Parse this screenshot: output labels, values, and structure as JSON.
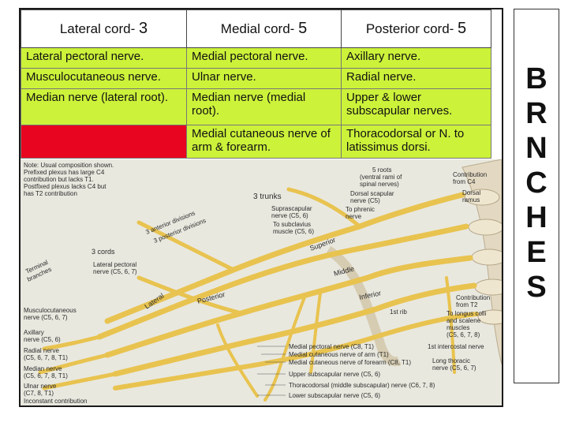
{
  "headers": [
    {
      "label": "Lateral cord- ",
      "num": "3"
    },
    {
      "label": "Medial cord- ",
      "num": "5"
    },
    {
      "label": "Posterior cord- ",
      "num": "5"
    }
  ],
  "rows": [
    [
      "Lateral pectoral nerve.",
      "Medial pectoral nerve.",
      "Axillary nerve."
    ],
    [
      "Musculocutaneous nerve.",
      "Ulnar nerve.",
      "Radial nerve."
    ],
    [
      "Median nerve (lateral root).",
      "Median nerve (medial root).",
      "Upper & lower subscapular nerves."
    ],
    [
      "",
      "Medial cutaneous nerve of arm & forearm.",
      "Thoracodorsal or N. to latissimus dorsi."
    ]
  ],
  "side_title": [
    "B",
    "R",
    "N",
    "C",
    "H",
    "E",
    "S"
  ],
  "plate": {
    "legend": [
      "Note: Usual composition shown.",
      "Prefixed plexus has large C4",
      "contribution but lacks T1.",
      "Postfixed plexus lacks C4 but",
      "has T2 contribution"
    ],
    "labels": {
      "five_roots": "5 roots",
      "five_roots_sub": "(ventral rami of",
      "five_roots_sub2": "spinal nerves)",
      "dorsal_scapular": "Dorsal scapular",
      "dorsal_scapular_sub": "nerve (C5)",
      "to_phrenic": "To phrenic",
      "to_phrenic_sub": "nerve",
      "contribution_c4": "Contribution",
      "contribution_c4_sub": "from C4",
      "dorsal_ramus": "Dorsal",
      "dorsal_ramus_sub": "ramus",
      "three_trunks": "3 trunks",
      "suprascapular": "Suprascapular",
      "suprascapular_sub": "nerve (C5, 6)",
      "to_subclavius": "To subclavius",
      "to_subclavius_sub": "muscle (C5, 6)",
      "ant_divisions": "3 anterior divisions",
      "post_divisions": "3 posterior divisions",
      "superior": "Superior",
      "middle": "Middle",
      "inferior": "Inferior",
      "three_cords": "3 cords",
      "terminal": "Terminal",
      "terminal_sub": "branches",
      "lateral_pectoral": "Lateral pectoral",
      "lateral_pectoral_sub": "nerve (C5, 6, 7)",
      "lateral": "Lateral",
      "posterior": "Posterior",
      "musculocutaneous": "Musculocutaneous",
      "musculocutaneous_sub": "nerve (C5, 6, 7)",
      "axillary": "Axillary",
      "axillary_sub": "nerve (C5, 6)",
      "radial": "Radial nerve",
      "radial_sub": "(C5, 6, 7, 8, T1)",
      "median": "Median nerve",
      "median_sub": "(C5, 6, 7, 8, T1)",
      "ulnar": "Ulnar nerve",
      "ulnar_sub": "(C7, 8, T1)",
      "inconstant": "Inconstant contribution",
      "first_rib": "1st rib",
      "contribution_t2": "Contribution",
      "contribution_t2_sub": "from T2",
      "to_longus": "To longus colli",
      "to_longus_sub": "and scalene",
      "to_longus_sub2": "muscles",
      "to_longus_sub3": "(C5, 6, 7, 8)",
      "first_intercostal": "1st intercostal nerve",
      "long_thoracic": "Long thoracic",
      "long_thoracic_sub": "nerve (C5, 6, 7)",
      "medial_pectoral": "Medial pectoral nerve (C8, T1)",
      "medial_cut_arm": "Medial cutaneous nerve of arm (T1)",
      "medial_cut_forearm": "Medial cutaneous nerve of forearm (C8, T1)",
      "upper_subscap": "Upper subscapular nerve (C5, 6)",
      "thoracodorsal": "Thoracodorsal (middle subscapular) nerve (C6, 7, 8)",
      "lower_subscap": "Lower subscapular nerve (C5, 6)"
    }
  }
}
